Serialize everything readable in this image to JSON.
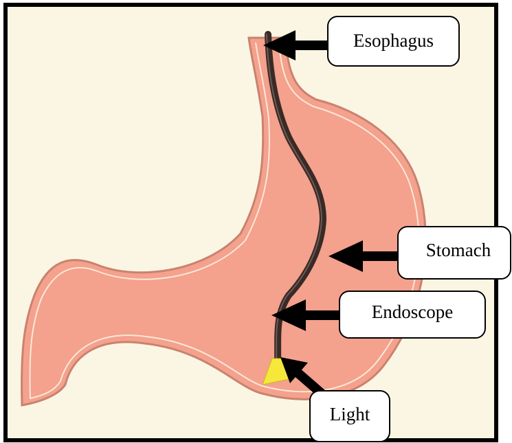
{
  "labels": {
    "esophagus": "Esophagus",
    "stomach": "Stomach",
    "endoscope": "Endoscope",
    "light": "Light"
  },
  "colors": {
    "background": "#fbf6e3",
    "frame": "#000000",
    "stomach_fill": "#f4a18d",
    "stomach_outline": "#c9826f",
    "endoscope": "#3a2a26",
    "light": "#f6e83a",
    "arrow": "#000000",
    "callout_fill": "#ffffff"
  },
  "icons": {
    "light_cone": "yellow-light-cone",
    "arrows": "black-pointer-arrow"
  }
}
